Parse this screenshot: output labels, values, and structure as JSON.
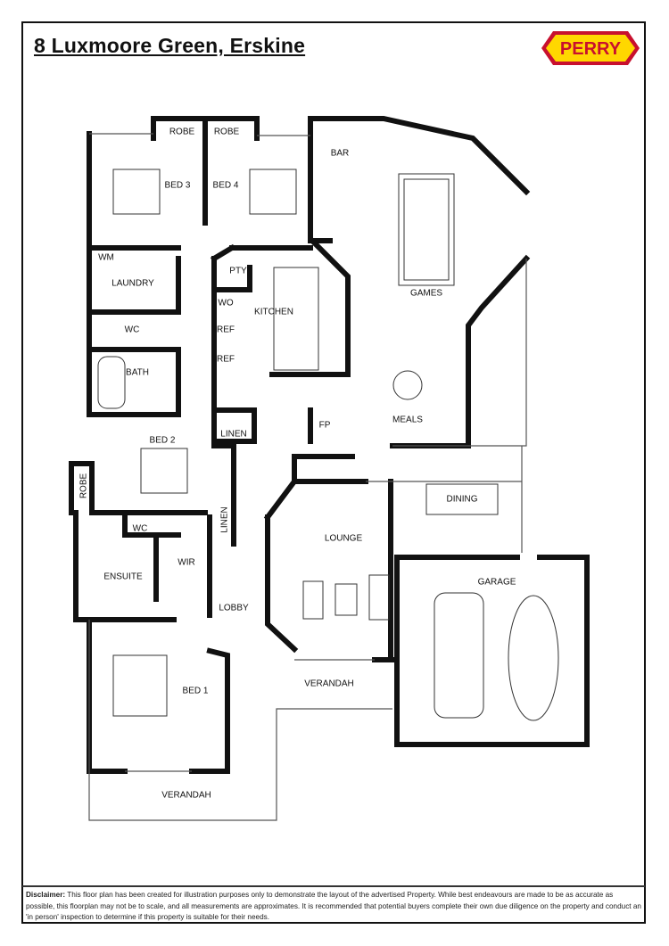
{
  "title": "8 Luxmoore Green, Erskine",
  "logo": {
    "text": "PERRY",
    "colors": {
      "outer": "#c8102e",
      "inner": "#ffd700",
      "text": "#c8102e"
    }
  },
  "rooms": {
    "robe1": "ROBE",
    "robe2": "ROBE",
    "bed3": "BED 3",
    "bed4": "BED 4",
    "bar": "BAR",
    "wm": "WM",
    "laundry": "LAUNDRY",
    "pty": "PTY",
    "wo": "WO",
    "kitchen": "KITCHEN",
    "games": "GAMES",
    "wc1": "WC",
    "ref1": "REF",
    "ref2": "REF",
    "bath": "BATH",
    "meals": "MEALS",
    "linen1": "LINEN",
    "fp": "FP",
    "bed2": "BED 2",
    "robe3": "ROBE",
    "dining": "DINING",
    "wc2": "WC",
    "linen2": "LINEN",
    "lounge": "LOUNGE",
    "garage": "GARAGE",
    "ensuite": "ENSUITE",
    "wir": "WIR",
    "lobby": "LOBBY",
    "bed1": "BED 1",
    "verandah1": "VERANDAH",
    "verandah2": "VERANDAH"
  },
  "disclaimer": {
    "label": "Disclaimer:",
    "text": "This floor plan has been created for illustration purposes only to demonstrate the layout of the advertised Property. While best endeavours are made to be as accurate as possible, this floorplan may not be to scale, and all measurements are approximates. It is recommended that potential buyers complete their own due diligence on the property and conduct an 'in person' inspection to determine if this property is suitable for their needs."
  }
}
